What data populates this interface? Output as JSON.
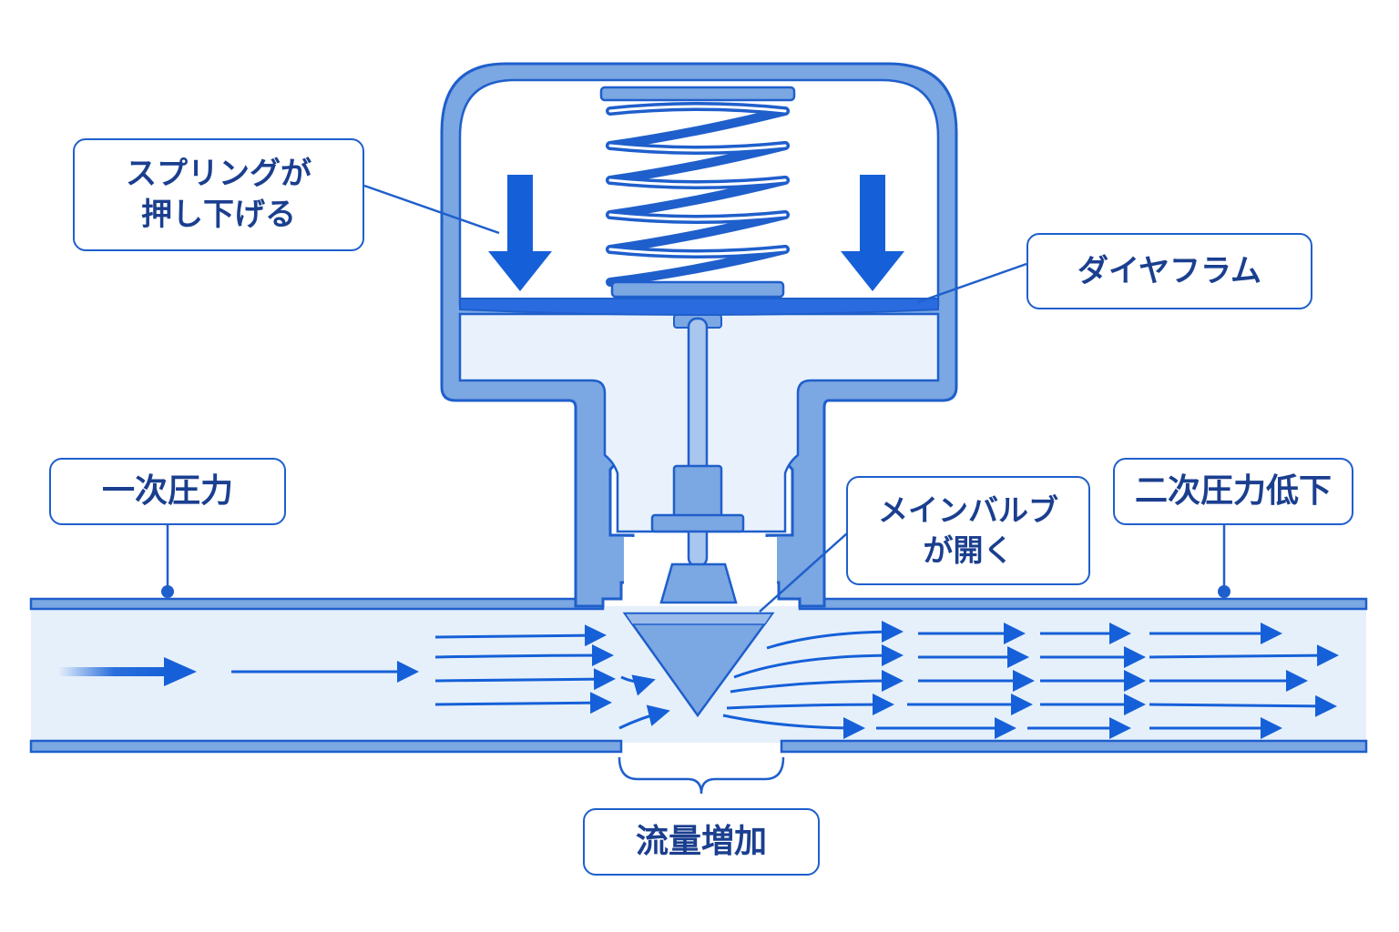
{
  "labels": {
    "spring_line1": "スプリングが",
    "spring_line2": "押し下げる",
    "diaphragm": "ダイヤフラム",
    "primary_pressure": "一次圧力",
    "secondary_pressure": "二次圧力低下",
    "main_valve_line1": "メインバルブ",
    "main_valve_line2": "が開く",
    "flow_increase": "流量増加"
  },
  "colors": {
    "outline": "#1f5fcc",
    "body_fill": "#7ba7e2",
    "chamber_fill": "#e9f2fc",
    "pipe_fill": "#e6f0fb",
    "arrow": "#1560d8",
    "text": "#1b3f8f"
  }
}
